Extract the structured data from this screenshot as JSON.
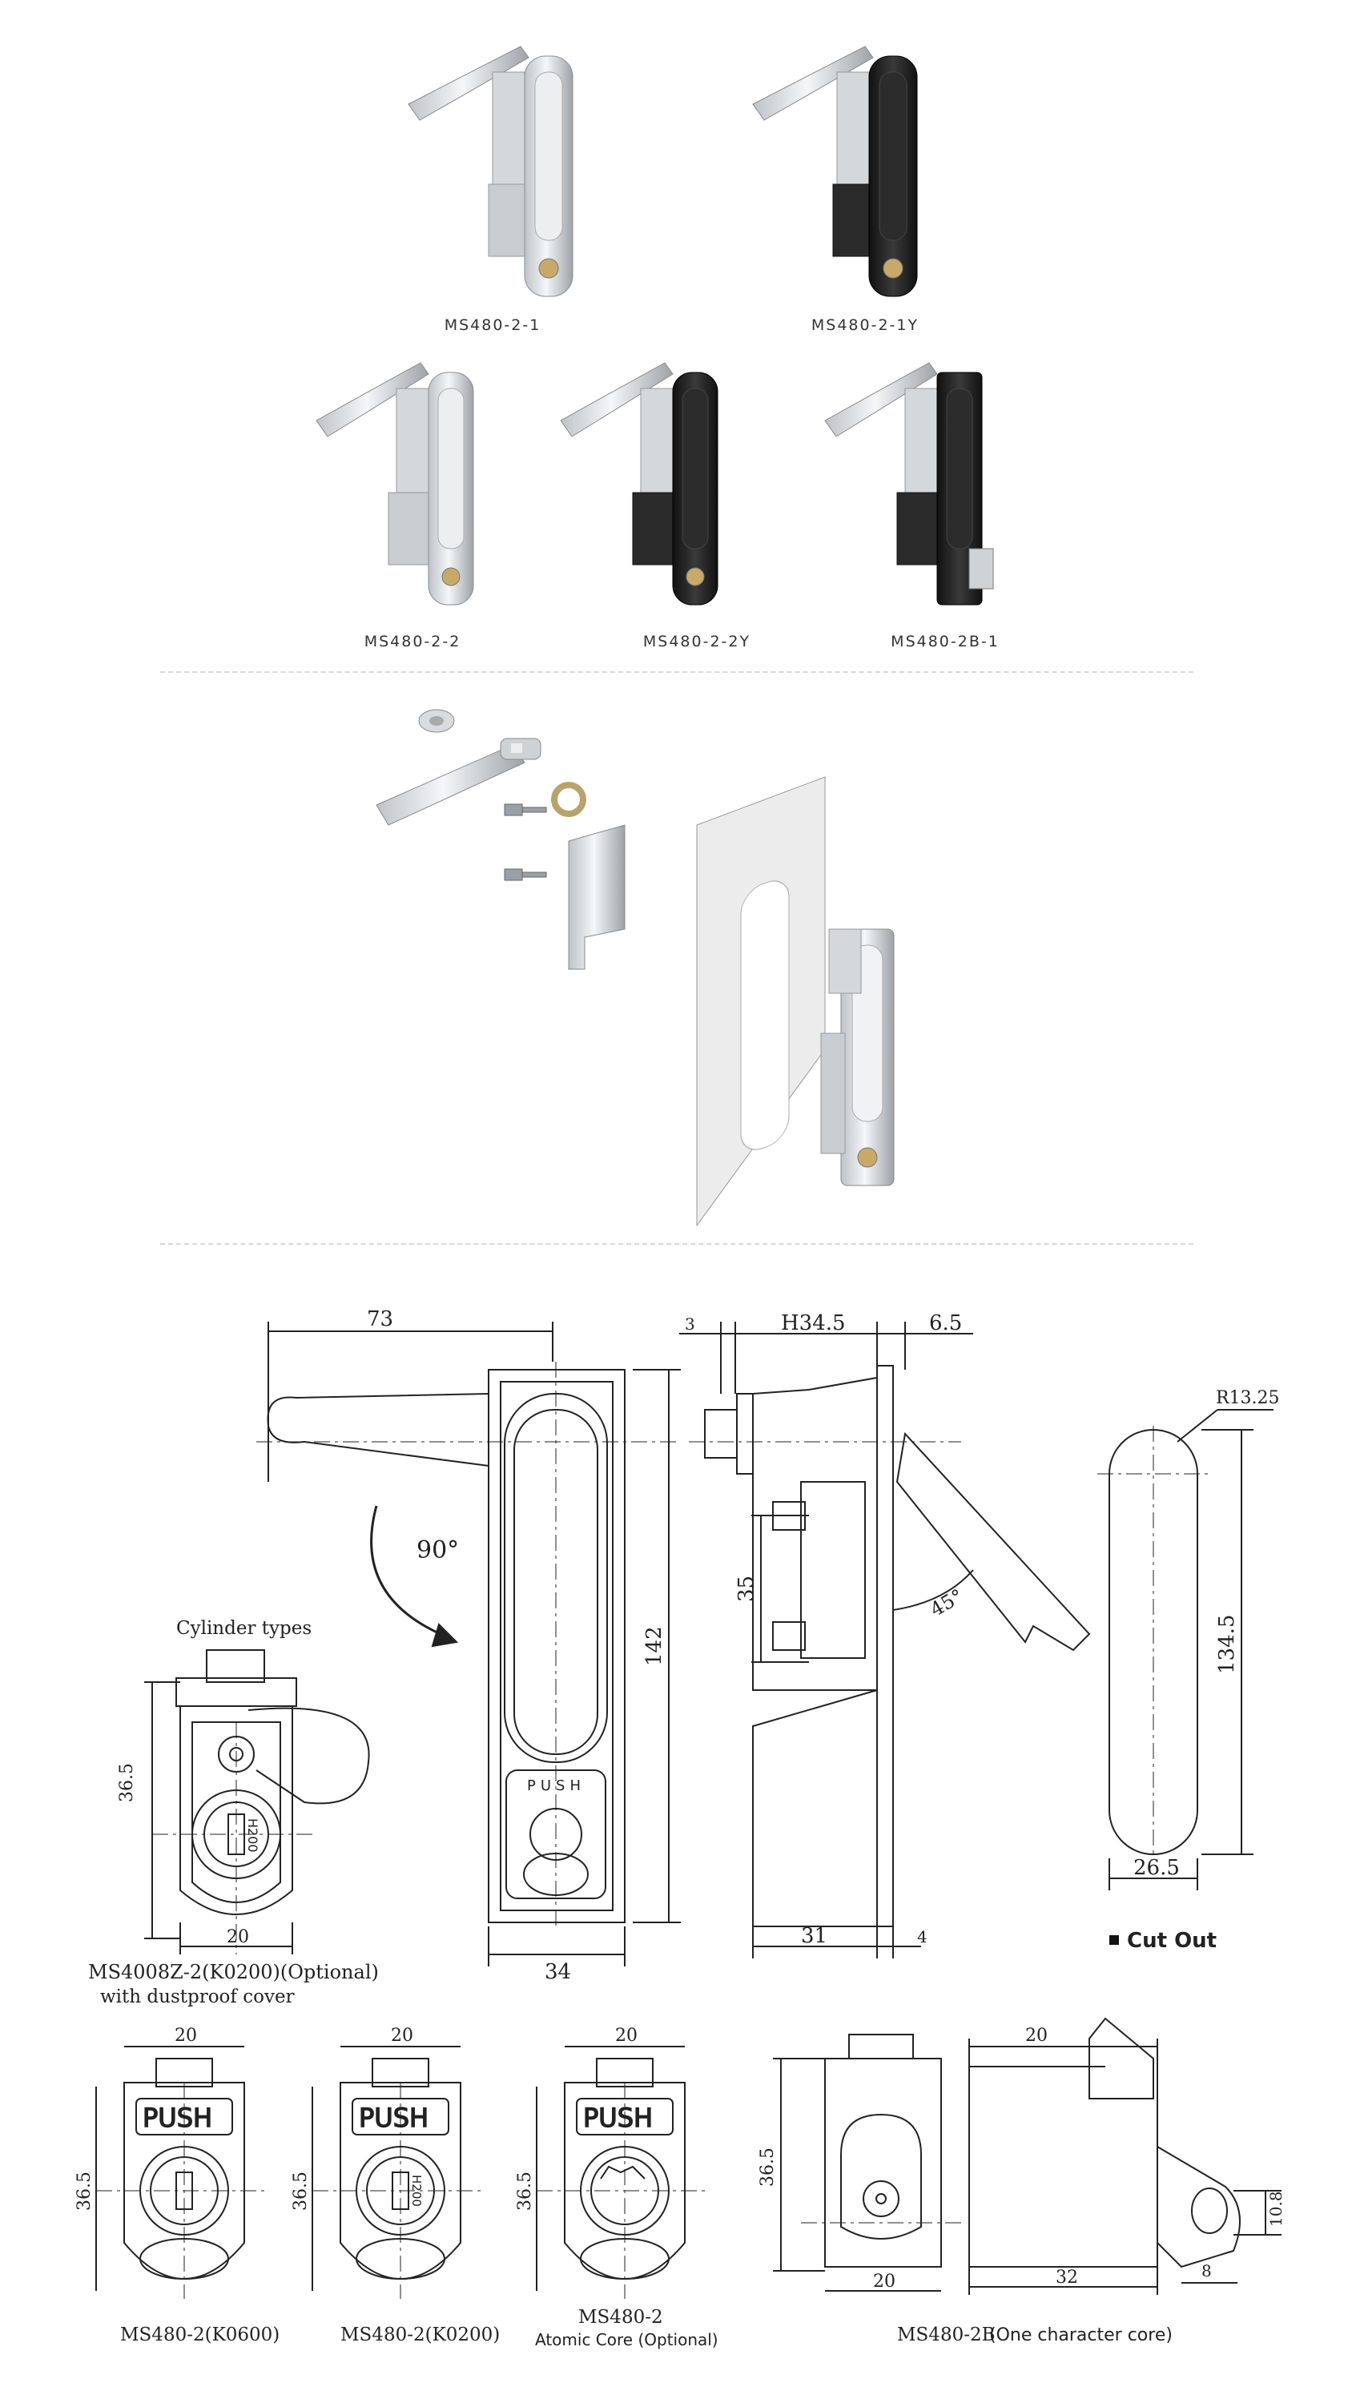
{
  "products": [
    {
      "model": "MS480-2-1",
      "finish": "chrome"
    },
    {
      "model": "MS480-2-1Y",
      "finish": "black"
    },
    {
      "model": "MS480-2-2",
      "finish": "chrome"
    },
    {
      "model": "MS480-2-2Y",
      "finish": "black"
    },
    {
      "model": "MS480-2B-1",
      "finish": "black"
    }
  ],
  "drawing": {
    "front": {
      "dim_top": "73",
      "dim_height": "142",
      "dim_width": "34",
      "rotation": "90°",
      "push": "PUSH"
    },
    "side": {
      "dim_3": "3",
      "dim_h": "H34.5",
      "dim_65": "6.5",
      "dim_35": "35",
      "angle": "45°",
      "dim_31": "31",
      "dim_4": "4"
    },
    "cutout": {
      "radius": "R13.25",
      "height": "134.5",
      "width": "26.5",
      "label": "Cut Out"
    },
    "cylinder_types": {
      "title": "Cylinder types",
      "dim_height": "36.5",
      "dim_width": "20",
      "key_code": "H200",
      "caption_line1": "MS4008Z-2(K0200)(Optional)",
      "caption_line2": "with dustproof cover"
    },
    "variants": [
      {
        "caption": "MS480-2(K0600)",
        "subcaption": "",
        "dim_w": "20",
        "dim_h": "36.5",
        "push": "PUSH"
      },
      {
        "caption": "MS480-2(K0200)",
        "subcaption": "",
        "dim_w": "20",
        "dim_h": "36.5",
        "push": "PUSH",
        "key_code": "H200"
      },
      {
        "caption": "MS480-2",
        "subcaption": "Atomic Core (Optional)",
        "dim_w": "20",
        "dim_h": "36.5",
        "push": "PUSH"
      }
    ],
    "ms480_2b": {
      "caption": "MS480-2B",
      "subcaption": "(One character core)",
      "dim_h": "36.5",
      "dim_w_bottom": "20",
      "dim_top": "20",
      "dim_32": "32",
      "dim_8": "8",
      "dim_108": "10.8"
    }
  }
}
